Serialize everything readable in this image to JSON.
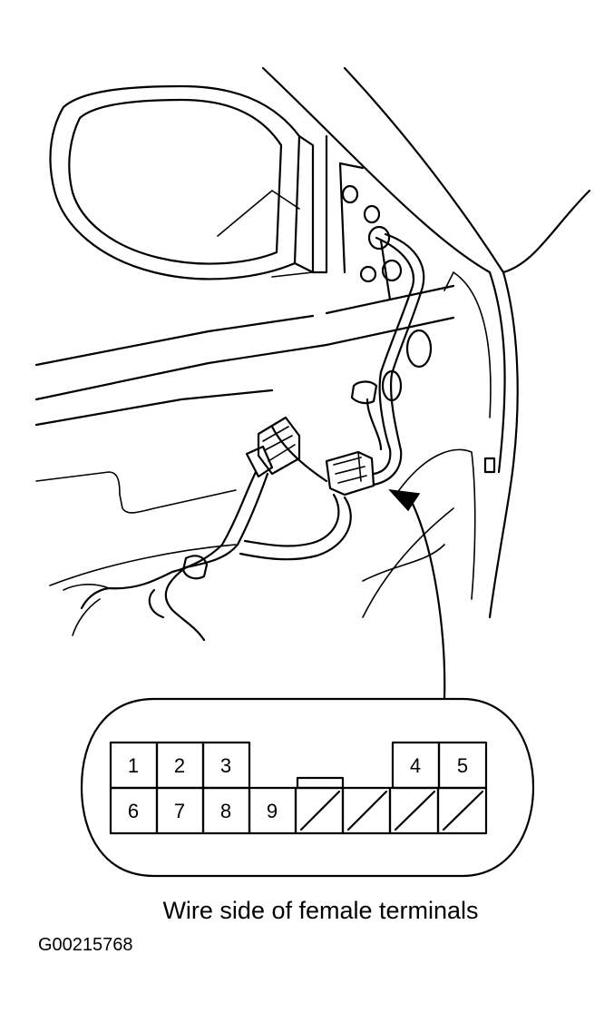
{
  "connector": {
    "top_row": [
      "1",
      "2",
      "3",
      "",
      "",
      "",
      "4",
      "5"
    ],
    "bottom_row": [
      "6",
      "7",
      "8",
      "9",
      "",
      "",
      "",
      ""
    ],
    "unused_cavities": [
      4,
      5,
      6,
      7
    ]
  },
  "caption": "Wire side of female terminals",
  "figure_id": "G00215768"
}
